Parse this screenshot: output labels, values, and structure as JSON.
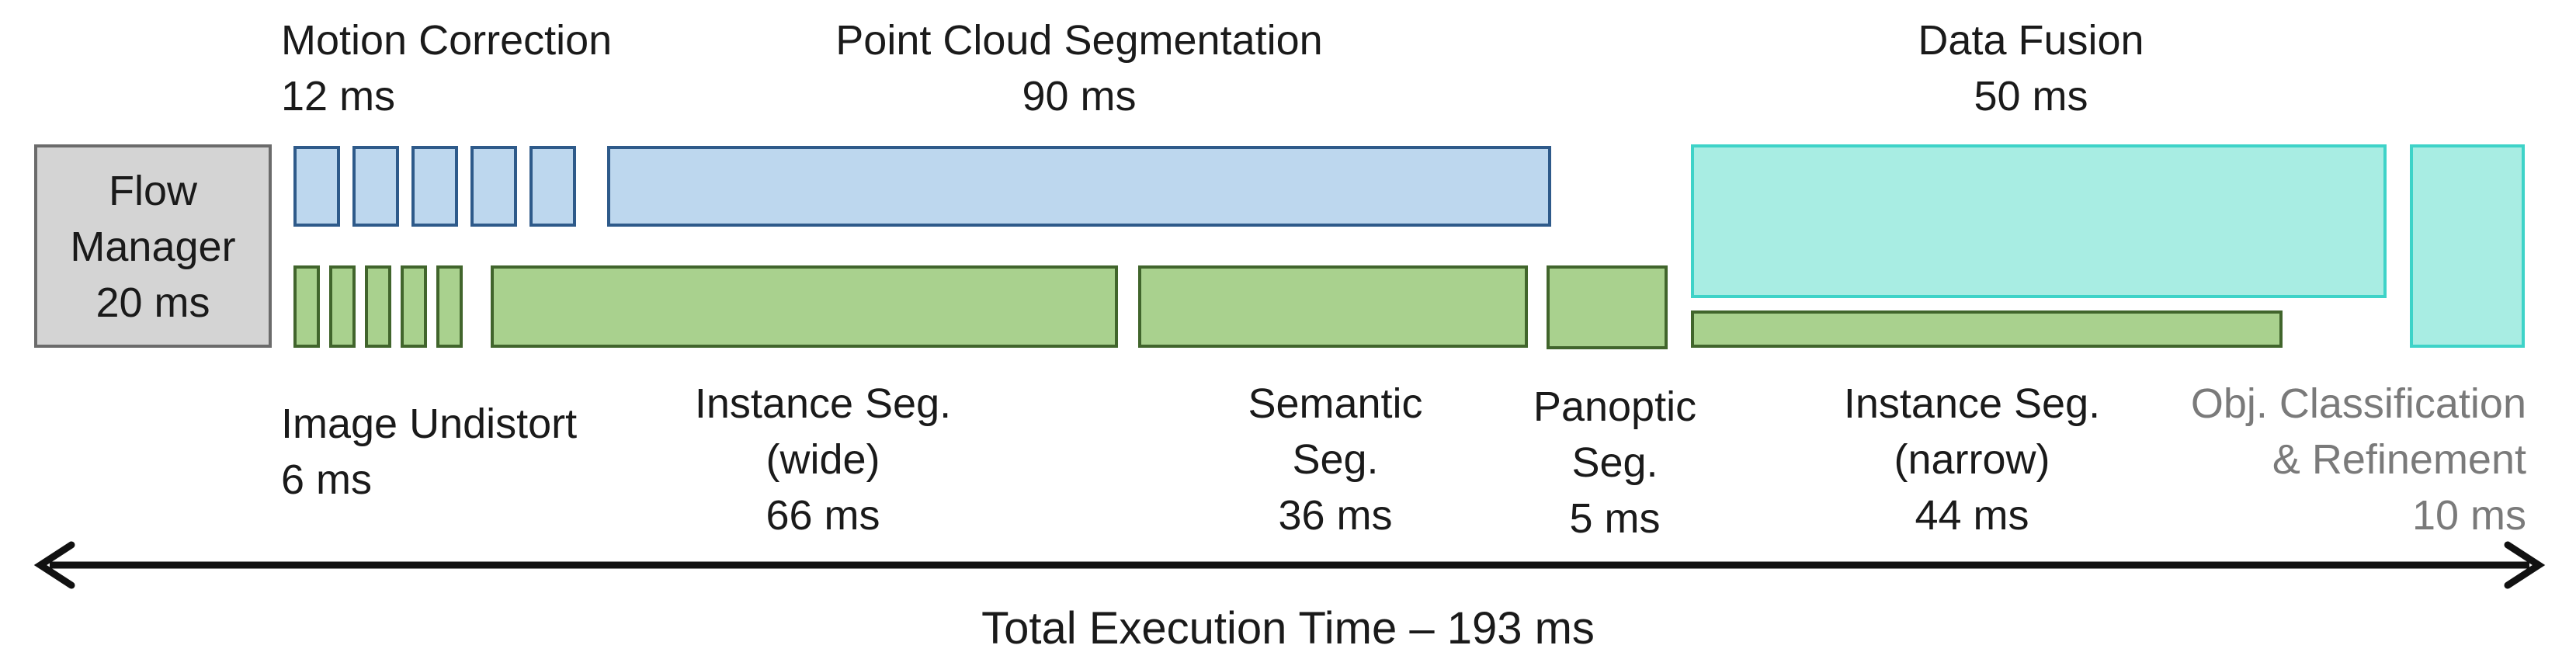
{
  "flow_manager": {
    "line1": "Flow",
    "line2": "Manager",
    "time": "20 ms"
  },
  "motion_correction": {
    "name": "Motion Correction",
    "time": "12 ms"
  },
  "point_cloud_segmentation": {
    "name": "Point Cloud Segmentation",
    "time": "90 ms"
  },
  "data_fusion": {
    "name": "Data Fusion",
    "time": "50 ms"
  },
  "image_undistort": {
    "name": "Image Undistort",
    "time": "6 ms"
  },
  "instance_seg_wide": {
    "line1": "Instance Seg.",
    "line2": "(wide)",
    "time": "66 ms"
  },
  "semantic_seg": {
    "line1": "Semantic",
    "line2": "Seg.",
    "time": "36 ms"
  },
  "panoptic_seg": {
    "line1": "Panoptic",
    "line2": "Seg.",
    "time": "5 ms"
  },
  "instance_seg_narrow": {
    "line1": "Instance Seg.",
    "line2": "(narrow)",
    "time": "44 ms"
  },
  "obj_classification": {
    "line1": "Obj. Classification",
    "line2": "& Refinement",
    "time": "10 ms"
  },
  "total": {
    "label": "Total Execution Time – 193 ms"
  },
  "colors": {
    "flow_manager": "#d4d4d4",
    "gpu_stage": "#bdd7ee",
    "camera_stage": "#a9d18e",
    "fusion_stage": "#a8ede3"
  }
}
